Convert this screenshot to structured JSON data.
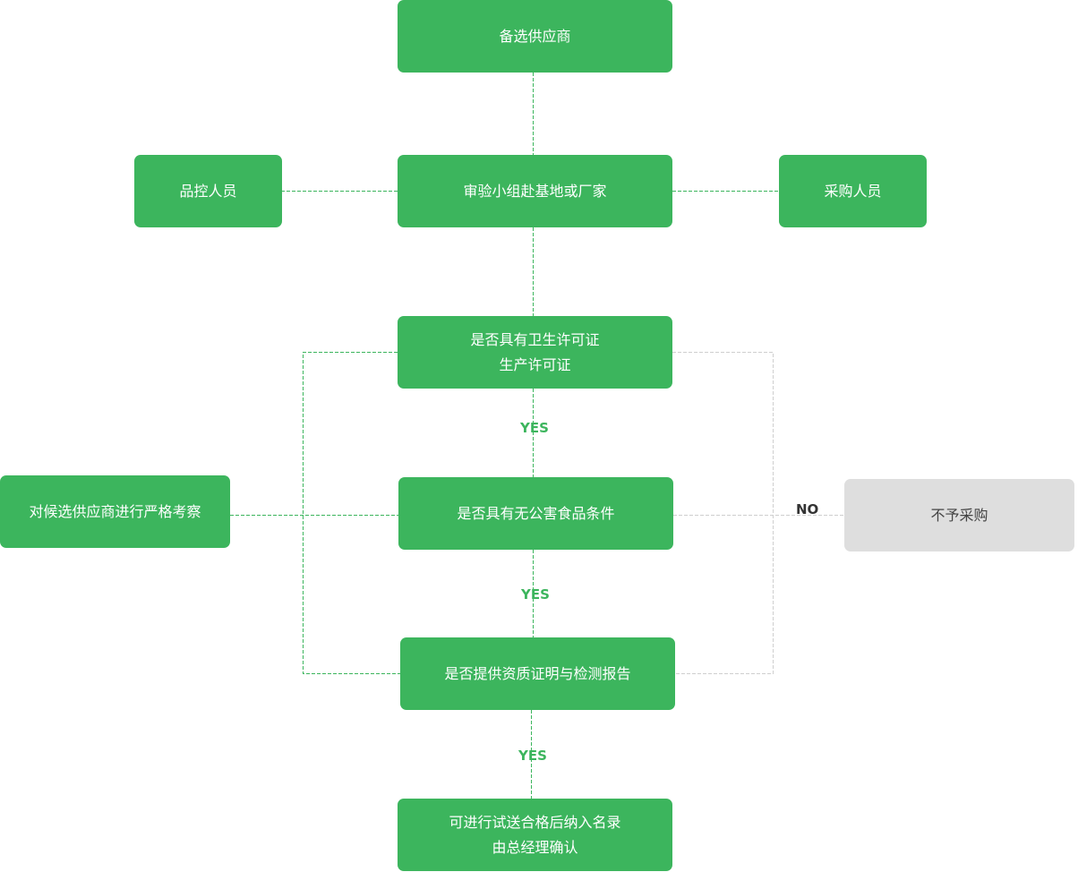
{
  "nodes": {
    "candidate_supplier": "备选供应商",
    "quality_control": "品控人员",
    "inspection_team": "审验小组赴基地或厂家",
    "purchasing_staff": "采购人员",
    "license_check": {
      "line1": "是否具有卫生许可证",
      "line2": "生产许可证"
    },
    "strict_inspection": "对候选供应商进行严格考察",
    "pollution_free_check": "是否具有无公害食品条件",
    "no_purchase": "不予采购",
    "certificate_check": "是否提供资质证明与检测报告",
    "approval": {
      "line1": "可进行试送合格后纳入名录",
      "line2": "由总经理确认"
    }
  },
  "labels": {
    "yes": "YES",
    "no": "NO"
  },
  "colors": {
    "node_green": "#3cb55d",
    "node_gray": "#dedede",
    "line_green": "#3cb55d",
    "line_gray": "#cfcfcf"
  }
}
